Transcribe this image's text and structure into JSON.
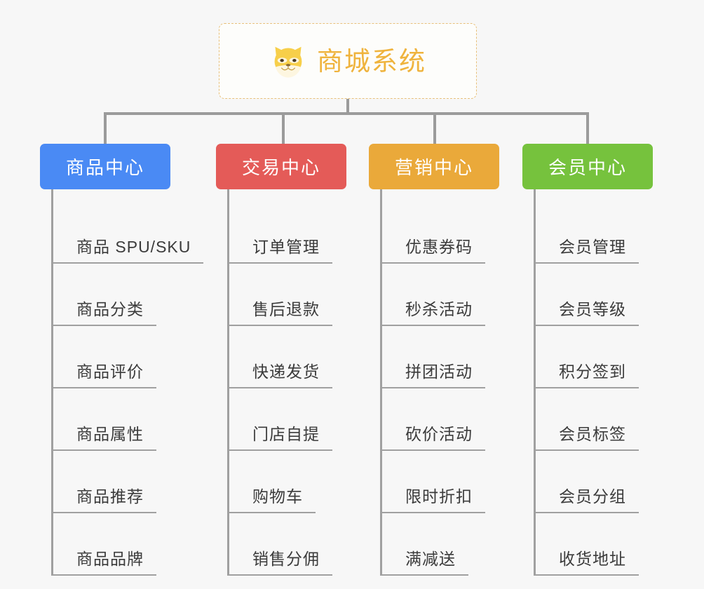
{
  "diagram": {
    "type": "mindmap",
    "background_color": "#f7f7f7",
    "root": {
      "title": "商城系统",
      "icon": "shiba-dog-icon",
      "title_color": "#efb33d",
      "border_color": "#e8c07a",
      "background_color": "#fdfdfb"
    },
    "branches": [
      {
        "label": "商品中心",
        "color": "#4a8af4",
        "items": [
          "商品 SPU/SKU",
          "商品分类",
          "商品评价",
          "商品属性",
          "商品推荐",
          "商品品牌"
        ]
      },
      {
        "label": "交易中心",
        "color": "#e45b58",
        "items": [
          "订单管理",
          "售后退款",
          "快递发货",
          "门店自提",
          "购物车",
          "销售分佣"
        ]
      },
      {
        "label": "营销中心",
        "color": "#eaa93a",
        "items": [
          "优惠券码",
          "秒杀活动",
          "拼团活动",
          "砍价活动",
          "限时折扣",
          "满减送"
        ]
      },
      {
        "label": "会员中心",
        "color": "#76c23d",
        "items": [
          "会员管理",
          "会员等级",
          "积分签到",
          "会员标签",
          "会员分组",
          "收货地址"
        ]
      }
    ],
    "connector_color": "#9b9b9b",
    "item_rule_color": "#a0a0a0",
    "item_text_color": "#3b3b3b"
  }
}
